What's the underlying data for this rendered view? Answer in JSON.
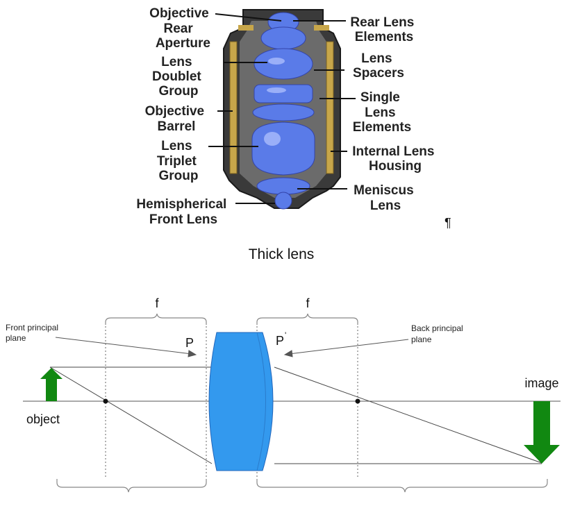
{
  "objective": {
    "left_labels": [
      [
        "Objective",
        "Rear",
        "Aperture"
      ],
      [
        "Lens",
        "Doublet",
        "Group"
      ],
      [
        "Objective",
        "Barrel"
      ],
      [
        "Lens",
        "Triplet",
        "Group"
      ],
      [
        "Hemispherical",
        "Front Lens"
      ]
    ],
    "right_labels": [
      [
        "Rear Lens",
        "Elements"
      ],
      [
        "Lens",
        "Spacers"
      ],
      [
        "Single",
        "Lens",
        "Elements"
      ],
      [
        "Internal Lens",
        "Housing"
      ],
      [
        "Meniscus",
        "Lens"
      ]
    ],
    "pilcrow": "¶"
  },
  "caption": "Thick lens",
  "thick_lens": {
    "focal_left": "f",
    "focal_right": "f",
    "front_plane_label": [
      "Front principal",
      "plane"
    ],
    "back_plane_label": [
      "Back principal",
      "plane"
    ],
    "principal_front": "P",
    "principal_back": "P",
    "principal_back_prime": "'",
    "object_label": "object",
    "image_label": "image",
    "colors": {
      "lens": "#3399ee",
      "arrow": "#118811",
      "ray": "#444444"
    }
  }
}
